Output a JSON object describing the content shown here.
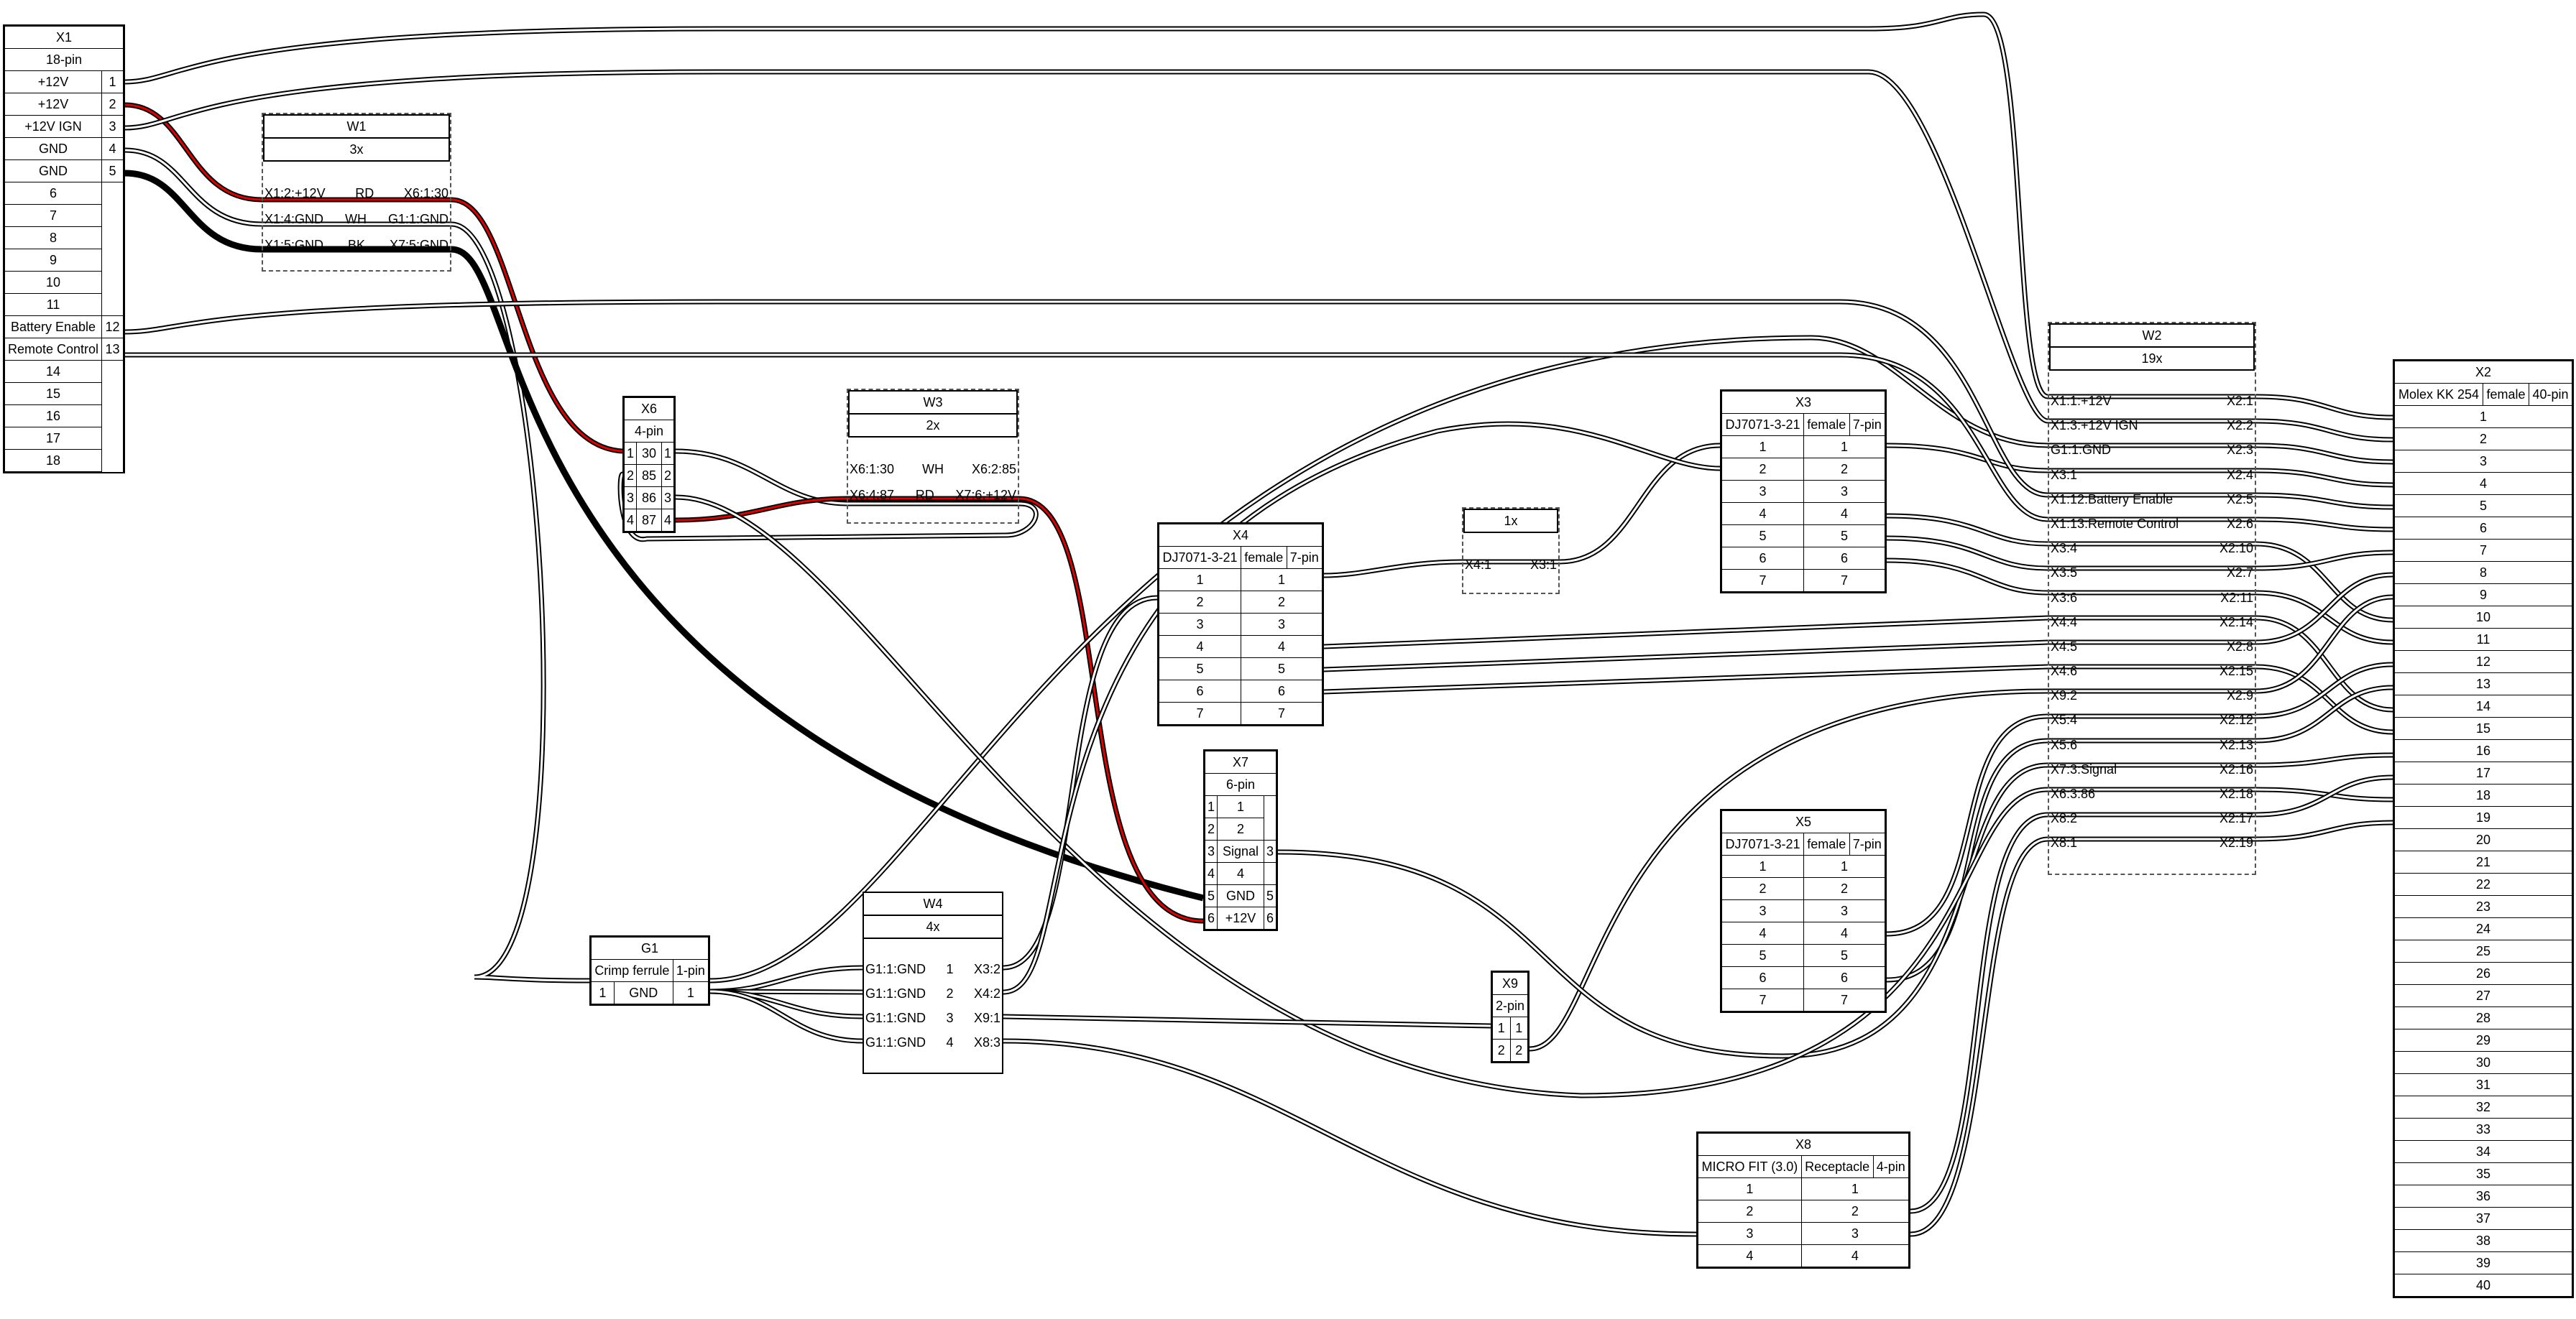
{
  "colors": {
    "wire_outline": "#000000",
    "wire_white": "#ffffff",
    "wire_red": "#e00000",
    "wire_black": "#000000"
  },
  "connectors": {
    "X1": {
      "name": "X1",
      "subtitle": "18-pin",
      "pins": [
        {
          "label": "+12V",
          "num": "1"
        },
        {
          "label": "+12V",
          "num": "2"
        },
        {
          "label": "+12V IGN",
          "num": "3"
        },
        {
          "label": "GND",
          "num": "4"
        },
        {
          "label": "GND",
          "num": "5"
        },
        {
          "label": "6",
          "num": ""
        },
        {
          "label": "7",
          "num": ""
        },
        {
          "label": "8",
          "num": ""
        },
        {
          "label": "9",
          "num": ""
        },
        {
          "label": "10",
          "num": ""
        },
        {
          "label": "11",
          "num": ""
        },
        {
          "label": "Battery Enable",
          "num": "12"
        },
        {
          "label": "Remote Control",
          "num": "13"
        },
        {
          "label": "14",
          "num": ""
        },
        {
          "label": "15",
          "num": ""
        },
        {
          "label": "16",
          "num": ""
        },
        {
          "label": "17",
          "num": ""
        },
        {
          "label": "18",
          "num": ""
        }
      ]
    },
    "X2": {
      "name": "X2",
      "part": "Molex KK 254",
      "gender": "female",
      "pincount": "40-pin",
      "pins": [
        "1",
        "2",
        "3",
        "4",
        "5",
        "6",
        "7",
        "8",
        "9",
        "10",
        "11",
        "12",
        "13",
        "14",
        "15",
        "16",
        "17",
        "18",
        "19",
        "20",
        "21",
        "22",
        "23",
        "24",
        "25",
        "26",
        "27",
        "28",
        "29",
        "30",
        "31",
        "32",
        "33",
        "34",
        "35",
        "36",
        "37",
        "38",
        "39",
        "40"
      ]
    },
    "X3": {
      "name": "X3",
      "part": "DJ7071-3-21",
      "gender": "female",
      "pincount": "7-pin",
      "pins": [
        "1",
        "2",
        "3",
        "4",
        "5",
        "6",
        "7"
      ]
    },
    "X4": {
      "name": "X4",
      "part": "DJ7071-3-21",
      "gender": "female",
      "pincount": "7-pin",
      "pins": [
        "1",
        "2",
        "3",
        "4",
        "5",
        "6",
        "7"
      ]
    },
    "X5": {
      "name": "X5",
      "part": "DJ7071-3-21",
      "gender": "female",
      "pincount": "7-pin",
      "pins": [
        "1",
        "2",
        "3",
        "4",
        "5",
        "6",
        "7"
      ]
    },
    "X6": {
      "name": "X6",
      "subtitle": "4-pin",
      "pins": [
        {
          "l": "1",
          "m": "30",
          "r": "1"
        },
        {
          "l": "2",
          "m": "85",
          "r": "2"
        },
        {
          "l": "3",
          "m": "86",
          "r": "3"
        },
        {
          "l": "4",
          "m": "87",
          "r": "4"
        }
      ]
    },
    "X7": {
      "name": "X7",
      "subtitle": "6-pin",
      "pins": [
        {
          "l": "1",
          "m": "1",
          "r": ""
        },
        {
          "l": "2",
          "m": "2",
          "r": ""
        },
        {
          "l": "3",
          "m": "Signal",
          "r": "3"
        },
        {
          "l": "4",
          "m": "4",
          "r": ""
        },
        {
          "l": "5",
          "m": "GND",
          "r": "5"
        },
        {
          "l": "6",
          "m": "+12V",
          "r": "6"
        }
      ]
    },
    "X8": {
      "name": "X8",
      "part": "MICRO FIT (3.0)",
      "gender": "Receptacle",
      "pincount": "4-pin",
      "pins": [
        "1",
        "2",
        "3",
        "4"
      ]
    },
    "X9": {
      "name": "X9",
      "subtitle": "2-pin",
      "pins": [
        {
          "l": "1",
          "r": "1"
        },
        {
          "l": "2",
          "r": "2"
        }
      ]
    },
    "G1": {
      "name": "G1",
      "part": "Crimp ferrule",
      "pincount": "1-pin",
      "pins": [
        {
          "l": "1",
          "m": "GND",
          "r": "1"
        }
      ]
    }
  },
  "cables": {
    "W1": {
      "name": "W1",
      "count": "3x",
      "wires": [
        {
          "from": "X1:2:+12V",
          "color": "RD",
          "to": "X6:1:30"
        },
        {
          "from": "X1:4:GND",
          "color": "WH",
          "to": "G1:1:GND"
        },
        {
          "from": "X1:5:GND",
          "color": "BK",
          "to": "X7:5:GND"
        }
      ]
    },
    "W2": {
      "name": "W2",
      "count": "19x",
      "wires": [
        {
          "from": "X1:1:+12V",
          "to": "X2:1"
        },
        {
          "from": "X1:3:+12V IGN",
          "to": "X2:2"
        },
        {
          "from": "G1:1:GND",
          "to": "X2:3"
        },
        {
          "from": "X3:1",
          "to": "X2:4"
        },
        {
          "from": "X1:12:Battery Enable",
          "to": "X2:5"
        },
        {
          "from": "X1:13:Remote Control",
          "to": "X2:6"
        },
        {
          "from": "X3:4",
          "to": "X2:10"
        },
        {
          "from": "X3:5",
          "to": "X2:7"
        },
        {
          "from": "X3:6",
          "to": "X2:11"
        },
        {
          "from": "X4:4",
          "to": "X2:14"
        },
        {
          "from": "X4:5",
          "to": "X2:8"
        },
        {
          "from": "X4:6",
          "to": "X2:15"
        },
        {
          "from": "X9:2",
          "to": "X2:9"
        },
        {
          "from": "X5:4",
          "to": "X2:12"
        },
        {
          "from": "X5:6",
          "to": "X2:13"
        },
        {
          "from": "X7:3:Signal",
          "to": "X2:16"
        },
        {
          "from": "X6:3:86",
          "to": "X2:18"
        },
        {
          "from": "X8:2",
          "to": "X2:17"
        },
        {
          "from": "X8:1",
          "to": "X2:19"
        }
      ]
    },
    "W3": {
      "name": "W3",
      "count": "2x",
      "wires": [
        {
          "from": "X6:1:30",
          "color": "WH",
          "to": "X6:2:85"
        },
        {
          "from": "X6:4:87",
          "color": "RD",
          "to": "X7:6:+12V"
        }
      ]
    },
    "W4": {
      "name": "W4",
      "count": "4x",
      "wires": [
        {
          "from": "G1:1:GND",
          "color": "1",
          "to": "X3:2"
        },
        {
          "from": "G1:1:GND",
          "color": "2",
          "to": "X4:2"
        },
        {
          "from": "G1:1:GND",
          "color": "3",
          "to": "X9:1"
        },
        {
          "from": "G1:1:GND",
          "color": "4",
          "to": "X8:3"
        }
      ]
    },
    "C1": {
      "name": "",
      "count": "1x",
      "wires": [
        {
          "from": "X4:1",
          "to": "X3:1"
        }
      ]
    }
  }
}
